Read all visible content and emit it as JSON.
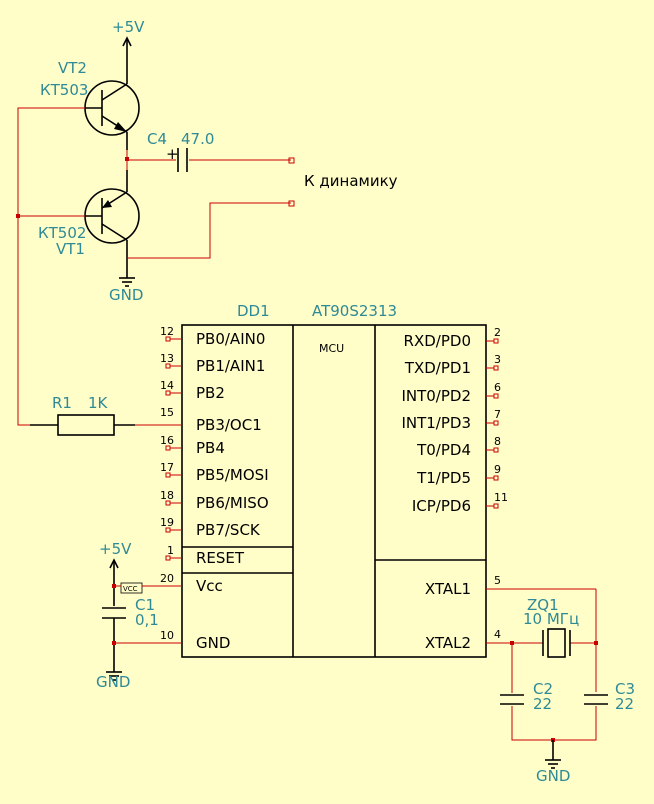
{
  "transistors": {
    "vt2": {
      "ref": "VT2",
      "type": "КТ503"
    },
    "vt1": {
      "ref": "VT1",
      "type": "КТ502"
    }
  },
  "supply": {
    "top": "+5V",
    "bottom": "+5V"
  },
  "grounds": {
    "g1": "GND",
    "g2": "GND",
    "g3": "GND"
  },
  "c4": {
    "ref": "C4",
    "value": "47.0",
    "plus": "+"
  },
  "speaker_label": "К динамику",
  "r1": {
    "ref": "R1",
    "value": "1K"
  },
  "mcu": {
    "ref": "DD1",
    "part": "AT90S2313",
    "center": "MCU",
    "left_pins": [
      {
        "num": "12",
        "name": "PB0/AIN0"
      },
      {
        "num": "13",
        "name": "PB1/AIN1"
      },
      {
        "num": "14",
        "name": "PB2"
      },
      {
        "num": "15",
        "name": "PB3/OC1"
      },
      {
        "num": "16",
        "name": "PB4"
      },
      {
        "num": "17",
        "name": "PB5/MOSI"
      },
      {
        "num": "18",
        "name": "PB6/MISO"
      },
      {
        "num": "19",
        "name": "PB7/SCK"
      },
      {
        "num": "1",
        "name": "RESET"
      },
      {
        "num": "20",
        "name": "Vcc"
      },
      {
        "num": "10",
        "name": "GND"
      }
    ],
    "right_pins": [
      {
        "num": "2",
        "name": "RXD/PD0"
      },
      {
        "num": "3",
        "name": "TXD/PD1"
      },
      {
        "num": "6",
        "name": "INT0/PD2"
      },
      {
        "num": "7",
        "name": "INT1/PD3"
      },
      {
        "num": "8",
        "name": "T0/PD4"
      },
      {
        "num": "9",
        "name": "T1/PD5"
      },
      {
        "num": "11",
        "name": "ICP/PD6"
      },
      {
        "num": "5",
        "name": "XTAL1"
      },
      {
        "num": "4",
        "name": "XTAL2"
      }
    ]
  },
  "vcc_tag": "VCC",
  "c1": {
    "ref": "C1",
    "value": "0,1"
  },
  "zq1": {
    "ref": "ZQ1",
    "value": "10 МГц"
  },
  "c2": {
    "ref": "C2",
    "value": "22"
  },
  "c3": {
    "ref": "C3",
    "value": "22"
  },
  "colors": {
    "background": "#fffdc8",
    "wire": "#c80000",
    "label": "#2e8a96"
  }
}
